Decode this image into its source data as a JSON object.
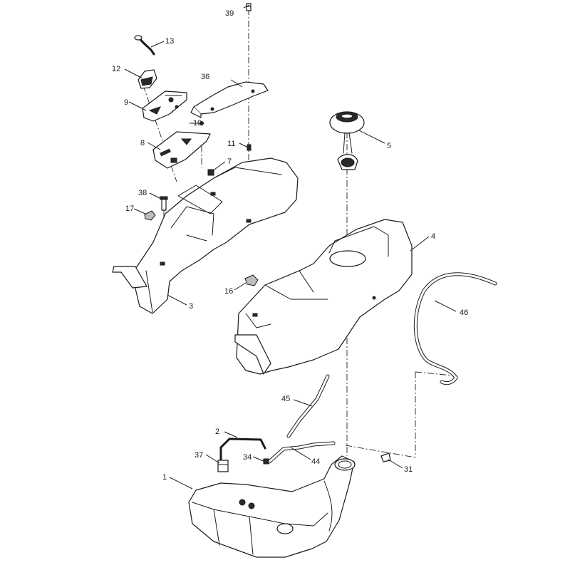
{
  "callouts": {
    "c1": "1",
    "c2": "2",
    "c3": "3",
    "c4": "4",
    "c5": "5",
    "c7": "7",
    "c8": "8",
    "c9": "9",
    "c10": "10",
    "c11": "11",
    "c12": "12",
    "c13": "13",
    "c16": "16",
    "c17": "17",
    "c31": "31",
    "c34": "34",
    "c36": "36",
    "c37": "37",
    "c38": "38",
    "c39": "39",
    "c44": "44",
    "c45": "45",
    "c46": "46"
  }
}
